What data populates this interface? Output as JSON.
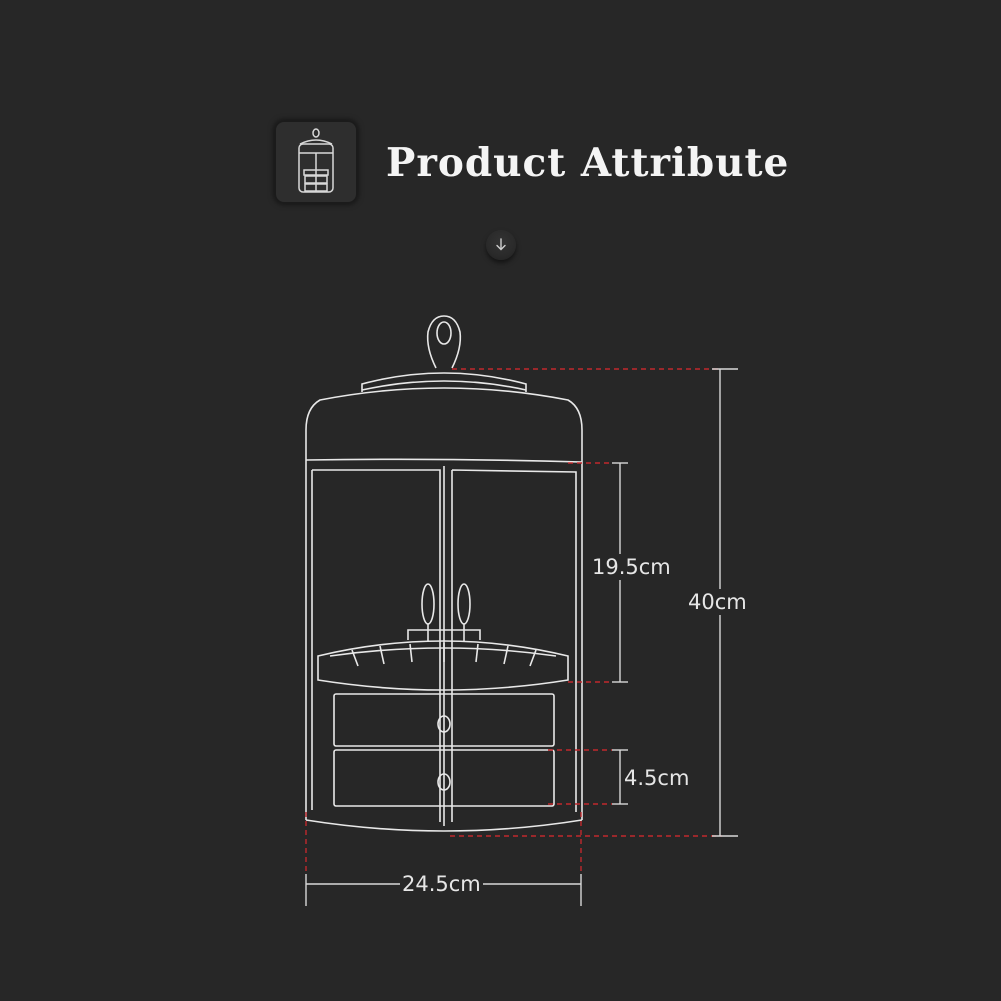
{
  "header": {
    "title": "Product Attribute",
    "icon": "organizer-icon",
    "scroll_hint_icon": "arrow-down-icon"
  },
  "dimensions": {
    "total_height": "40cm",
    "compartment_height": "19.5cm",
    "drawer_height": "4.5cm",
    "width": "24.5cm"
  },
  "colors": {
    "background": "#272727",
    "line": "#e8e8e8",
    "guide": "#c0282d",
    "text": "#f4f4f4"
  }
}
